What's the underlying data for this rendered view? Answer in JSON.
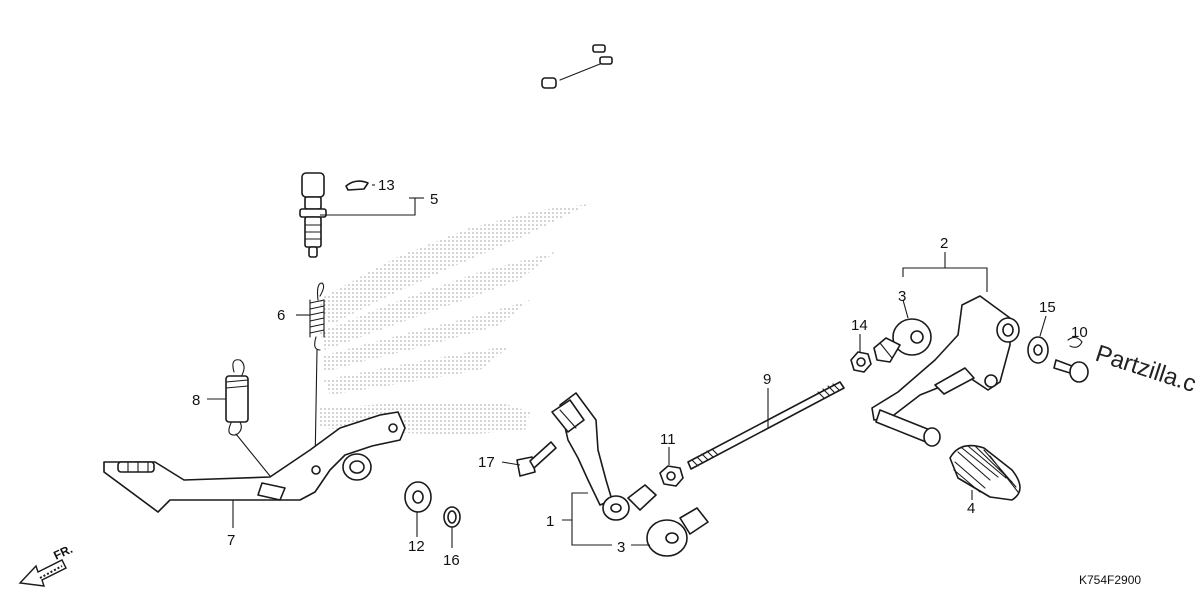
{
  "callouts": {
    "c1": "1",
    "c2": "2",
    "c3a": "3",
    "c3b": "3",
    "c4": "4",
    "c5": "5",
    "c6": "6",
    "c7": "7",
    "c8": "8",
    "c9": "9",
    "c10": "10",
    "c11": "11",
    "c12": "12",
    "c13": "13",
    "c14": "14",
    "c15": "15",
    "c16": "16",
    "c17": "17"
  },
  "diagram_code": "K754F2900",
  "watermark": "Partzilla.c",
  "direction_label": "FR.",
  "colors": {
    "line": "#1a1a1a",
    "halftone": "#9a9a9a",
    "background": "#ffffff"
  }
}
